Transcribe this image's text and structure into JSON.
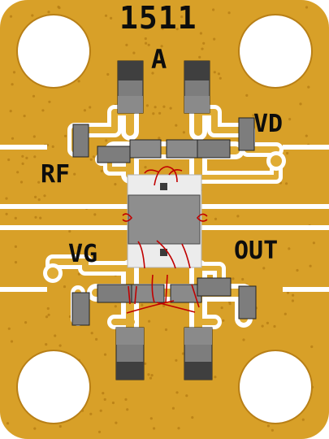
{
  "board": {
    "part_number": "1511",
    "revision": "A",
    "pad_labels": {
      "vd": "VD",
      "rf": "RF",
      "vg": "VG",
      "out": "OUT"
    }
  },
  "colors": {
    "copper": "#d8a028",
    "copper_dot": "#b77d14",
    "silver": "#ececec",
    "chip": "#8e8e8e",
    "component": "#7d7d7d",
    "component_dark": "#3a3a3a",
    "bond_wire": "#c00000",
    "text": "#0d0d0d"
  }
}
